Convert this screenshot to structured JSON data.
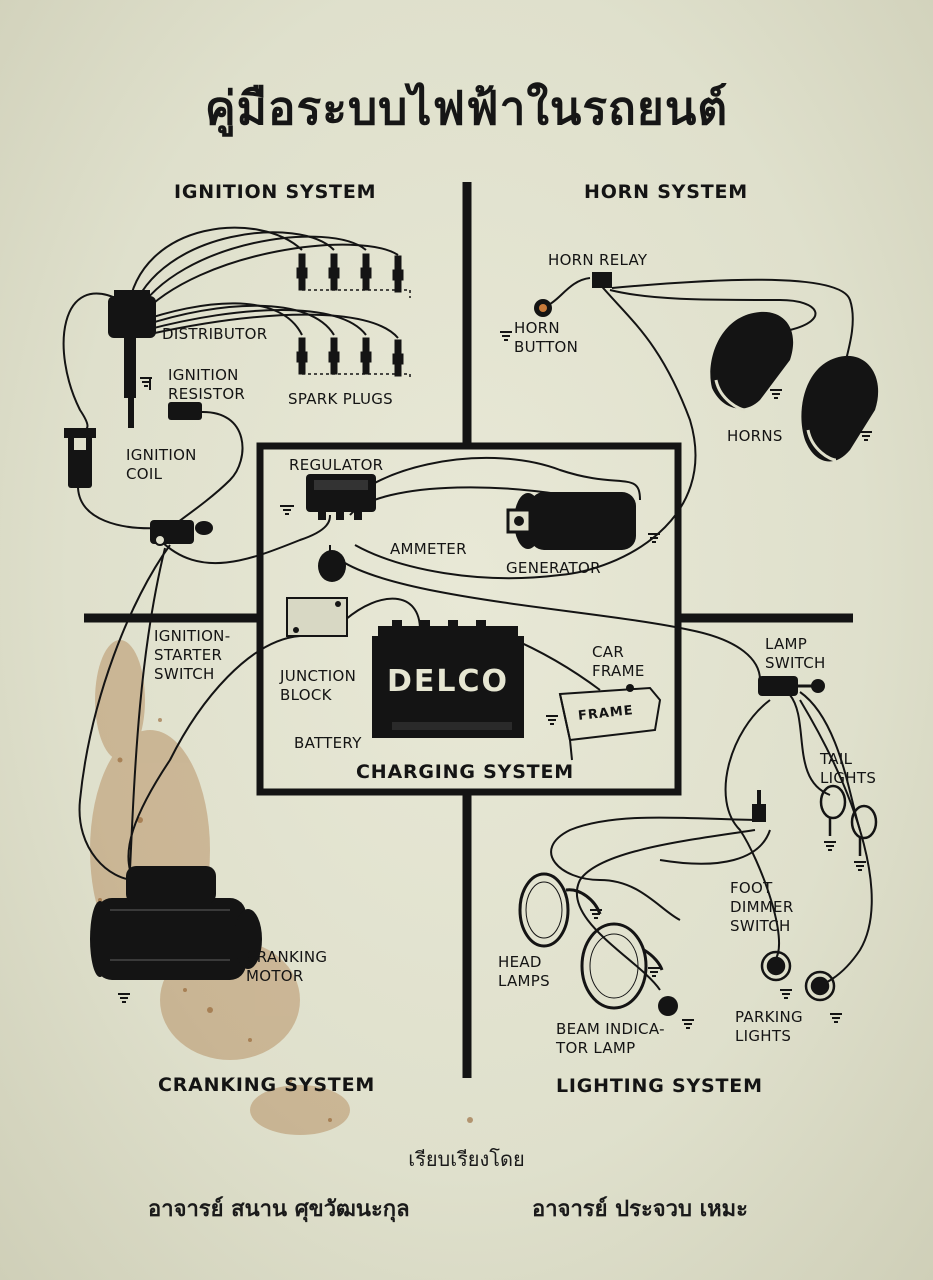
{
  "title": "คู่มือระบบไฟฟ้าในรถยนต์",
  "systems": {
    "ignition": "IGNITION SYSTEM",
    "horn": "HORN SYSTEM",
    "charging": "CHARGING SYSTEM",
    "cranking": "CRANKING SYSTEM",
    "lighting": "LIGHTING SYSTEM"
  },
  "components": {
    "distributor": "DISTRIBUTOR",
    "spark_plugs": "SPARK PLUGS",
    "ignition_resistor": "IGNITION\nRESISTOR",
    "ignition_coil": "IGNITION\nCOIL",
    "ignition_starter_switch": "IGNITION-\nSTARTER\nSWITCH",
    "horn_relay": "HORN RELAY",
    "horn_button": "HORN\nBUTTON",
    "horns": "HORNS",
    "regulator": "REGULATOR",
    "ammeter": "AMMETER",
    "generator": "GENERATOR",
    "junction_block": "JUNCTION\nBLOCK",
    "battery": "BATTERY",
    "battery_brand": "DELCO",
    "car_frame": "CAR\nFRAME",
    "frame_tag": "FRAME",
    "lamp_switch": "LAMP\nSWITCH",
    "tail_lights": "TAIL\nLIGHTS",
    "foot_dimmer_switch": "FOOT\nDIMMER\nSWITCH",
    "head_lamps": "HEAD\nLAMPS",
    "beam_indicator_lamp": "BEAM INDICA-\nTOR LAMP",
    "parking_lights": "PARKING\nLIGHTS",
    "cranking_motor": "CRANKING\nMOTOR"
  },
  "credits": {
    "arranged_by": "เรียบเรียงโดย",
    "author_1": "อาจารย์  สนาน  ศุขวัฒนะกุล",
    "author_2": "อาจารย์  ประจวบ  เหมะ"
  },
  "colors": {
    "paper": "#e0e0cc",
    "ink": "#141414",
    "rust": "#a2672e"
  }
}
